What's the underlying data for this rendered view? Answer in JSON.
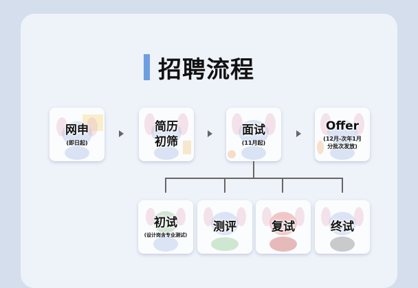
{
  "title": "招聘流程",
  "colors": {
    "page_bg": "#d4deec",
    "panel_bg": "#eef2f9",
    "accent_bar": "#6e9ee0"
  },
  "top_steps": [
    {
      "main": "网申",
      "sub": "(即日起)",
      "icon": "cartoon-koala-icon"
    },
    {
      "main": "简历\n初筛",
      "sub": "",
      "icon": "cartoon-koala-icon"
    },
    {
      "main": "面试",
      "sub": "(11月起)",
      "icon": "cartoon-koala-icon"
    },
    {
      "main": "Offer",
      "sub": "(12月-次年1月\n分批次发放)",
      "icon": "cartoon-koala-icon"
    }
  ],
  "interview_steps": [
    {
      "main": "初试",
      "sub": "(设计岗含专业测试)",
      "icon": "cartoon-koala-icon"
    },
    {
      "main": "测评",
      "sub": "",
      "icon": "cartoon-koala-icon"
    },
    {
      "main": "复试",
      "sub": "",
      "icon": "cartoon-koala-icon"
    },
    {
      "main": "终试",
      "sub": "",
      "icon": "cartoon-koala-icon"
    }
  ]
}
